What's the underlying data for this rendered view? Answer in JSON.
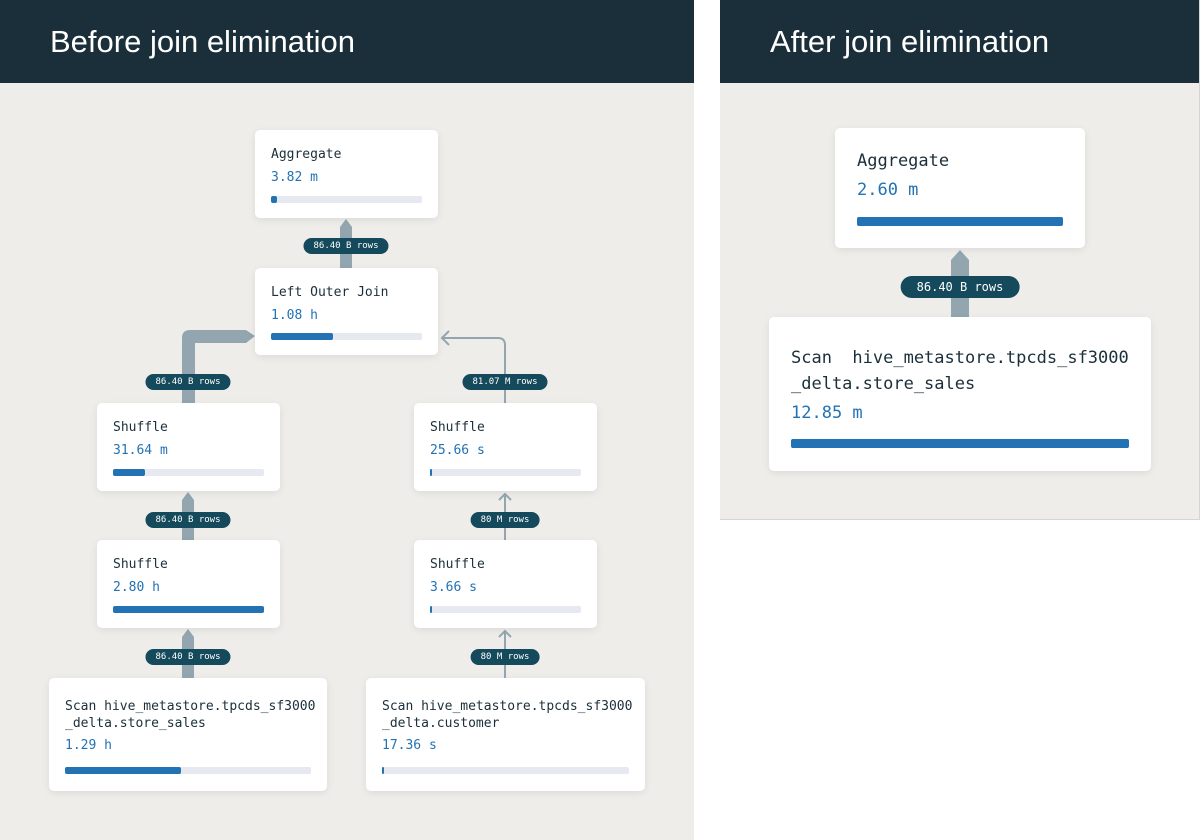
{
  "before": {
    "title": "Before join elimination",
    "nodes": [
      {
        "label": "Aggregate",
        "time": "3.82 m",
        "progress": 0.04
      },
      {
        "label": "Left Outer Join",
        "time": "1.08 h",
        "progress": 0.41
      },
      {
        "label": "Shuffle",
        "time": "31.64 m",
        "progress": 0.21
      },
      {
        "label": "Shuffle",
        "time": "25.66 s",
        "progress": 0.01
      },
      {
        "label": "Shuffle",
        "time": "2.80 h",
        "progress": 1.0
      },
      {
        "label": "Shuffle",
        "time": "3.66 s",
        "progress": 0.01
      },
      {
        "label": "Scan hive_metastore.tpcds_sf3000\n_delta.store_sales",
        "time": "1.29 h",
        "progress": 0.47
      },
      {
        "label": "Scan hive_metastore.tpcds_sf3000\n_delta.customer",
        "time": "17.36 s",
        "progress": 0.01
      }
    ],
    "edges": [
      "86.40 B rows",
      "86.40 B rows",
      "81.07 M rows",
      "86.40 B rows",
      "80 M rows",
      "86.40 B rows",
      "80 M rows"
    ]
  },
  "after": {
    "title": "After join elimination",
    "nodes": [
      {
        "label": "Aggregate",
        "time": "2.60 m",
        "progress": 1.0
      },
      {
        "label": "Scan  hive_metastore.tpcds_sf3000\n_delta.store_sales",
        "time": "12.85 m",
        "progress": 1.0
      }
    ],
    "edges": [
      "86.40 B rows"
    ]
  },
  "colors": {
    "header": "#1b2f3a",
    "background": "#eeede9",
    "accent": "#2272b4",
    "badge": "#144a5b",
    "wire": "#93a6b0"
  }
}
